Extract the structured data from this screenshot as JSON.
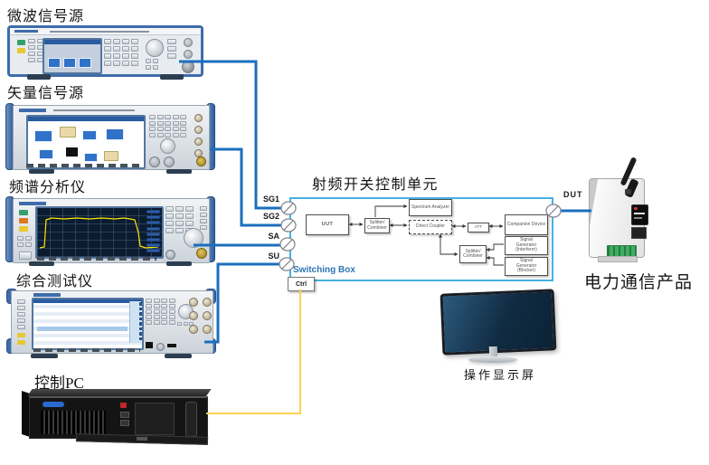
{
  "labels": {
    "microwave": "微波信号源",
    "vector": "矢量信号源",
    "spectrum": "频谱分析仪",
    "tester": "综合测试仪",
    "pc": "控制PC",
    "product": "电力通信产品",
    "monitor": "操作显示屏"
  },
  "switching_box": {
    "title": "射频开关控制单元",
    "name": "Switching Box",
    "ctrl_label": "Ctrl",
    "ports": {
      "sg1": "SG1",
      "sg2": "SG2",
      "sa": "SA",
      "su": "SU",
      "dut": "DUT"
    },
    "blocks": {
      "uut": "UUT",
      "splitter1": "Splitter/ Combiner",
      "spectrum_analyzer": "Spectrum Analyzer",
      "direct_coupler": "Direct Coupler",
      "att": "ATT",
      "companion": "Companion Device",
      "splitter2": "Splitter/ Combiner",
      "sig_gen_interferer": "Signal Generator (Interferer)",
      "sig_gen_blocker": "Signal Generator (Blocker)"
    }
  },
  "colors": {
    "cable_blue": "#1a6fbd",
    "box_blue": "#45b1e4",
    "cable_yellow": "#fcd34f",
    "label_blue": "#2d74b5"
  }
}
